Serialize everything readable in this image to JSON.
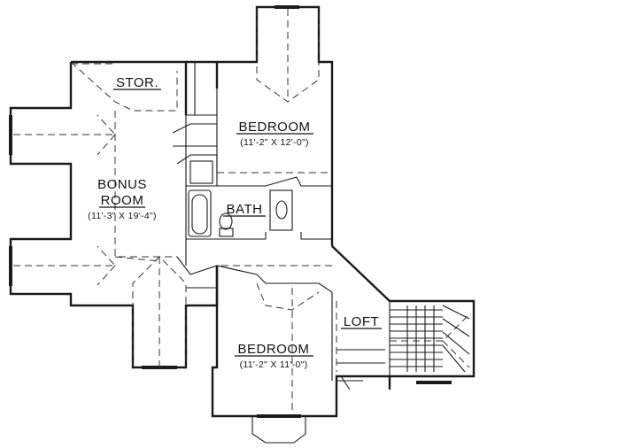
{
  "floor_plan": {
    "rooms": [
      {
        "id": "stor",
        "name": "STOR."
      },
      {
        "id": "bedroom-1",
        "name": "BEDROOM",
        "dimensions": "(11'-2\" X 12'-0\")"
      },
      {
        "id": "bonus-room",
        "name_line1": "BONUS",
        "name_line2": "ROOM",
        "dimensions": "(11'-3\" X 19'-4\")"
      },
      {
        "id": "bath",
        "name": "BATH"
      },
      {
        "id": "bedroom-2",
        "name": "BEDROOM",
        "dimensions": "(11'-2\" X 11'-0\")"
      },
      {
        "id": "loft",
        "name": "LOFT"
      }
    ]
  }
}
